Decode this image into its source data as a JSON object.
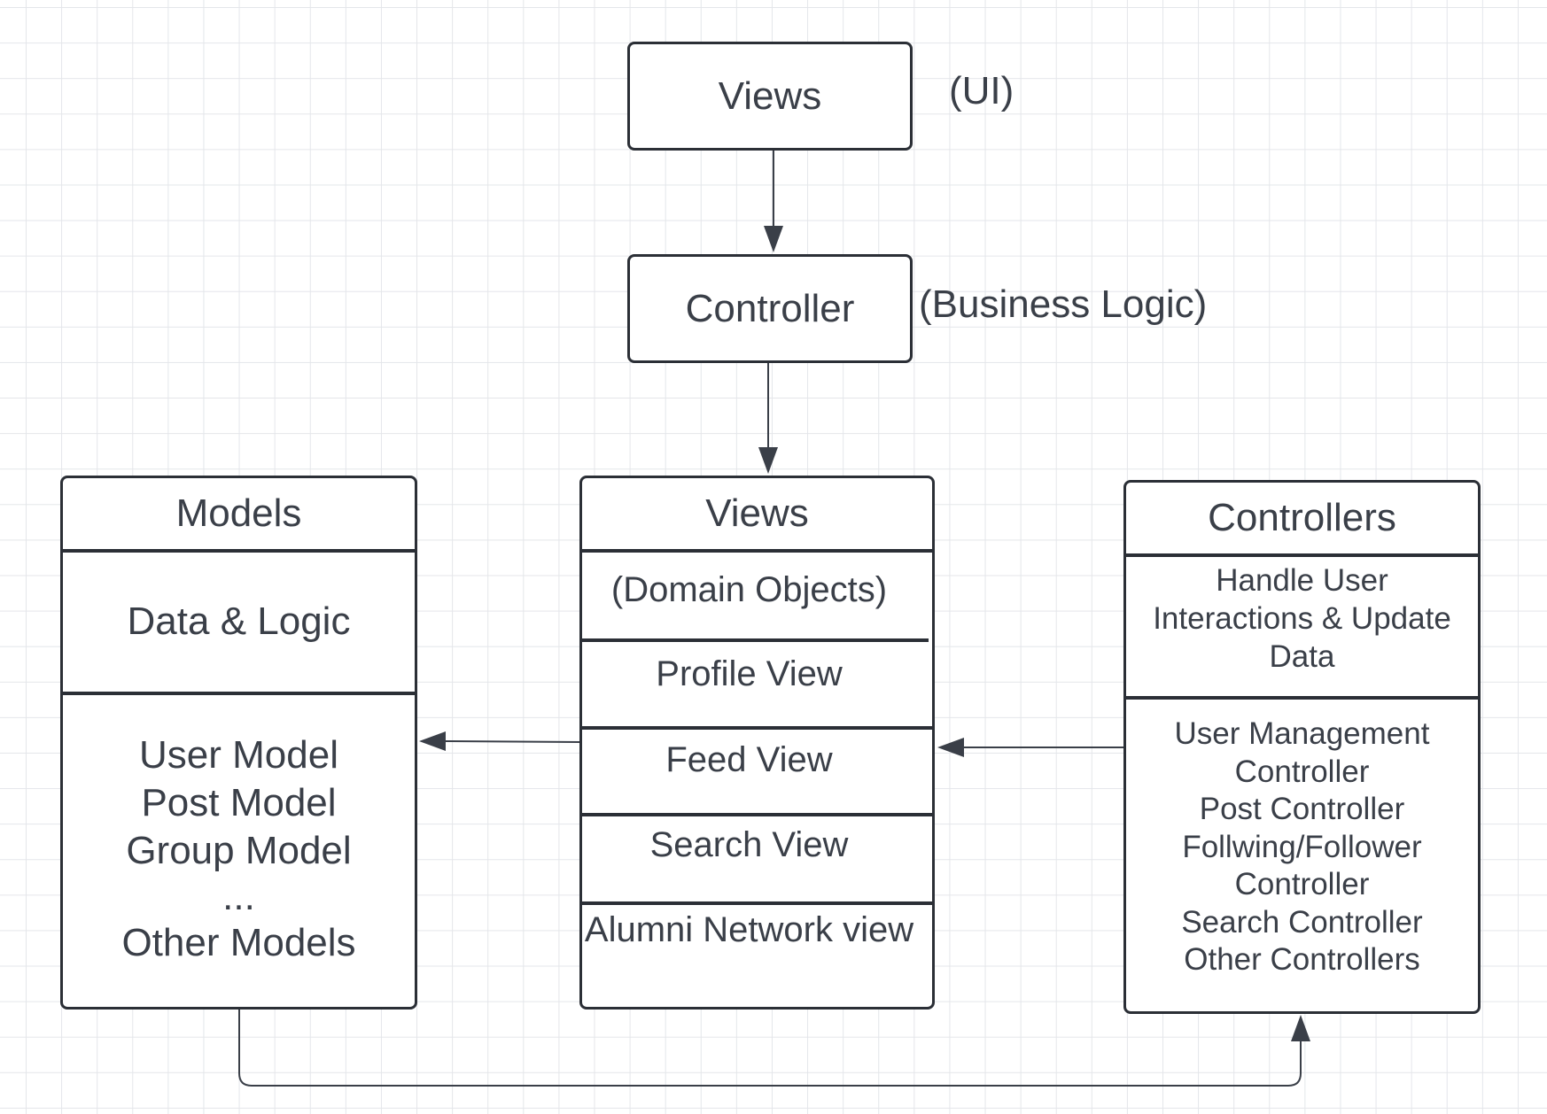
{
  "top": {
    "views_box": "Views",
    "views_note": "(UI)",
    "controller_box": "Controller",
    "controller_note": "(Business Logic)"
  },
  "models": {
    "header": "Models",
    "summary": "Data & Logic",
    "items": [
      "User Model",
      "Post Model",
      "Group Model",
      "...",
      "Other Models"
    ]
  },
  "views": {
    "header": "Views",
    "rows": [
      "(Domain Objects)",
      "Profile View",
      "Feed View",
      "Search View",
      "Alumni Network view"
    ]
  },
  "controllers": {
    "header": "Controllers",
    "summary": [
      "Handle User",
      "Interactions & Update",
      "Data"
    ],
    "items": [
      "User Management",
      "Controller",
      "Post Controller",
      "Follwing/Follower",
      "Controller",
      "Search Controller",
      "Other Controllers"
    ]
  }
}
